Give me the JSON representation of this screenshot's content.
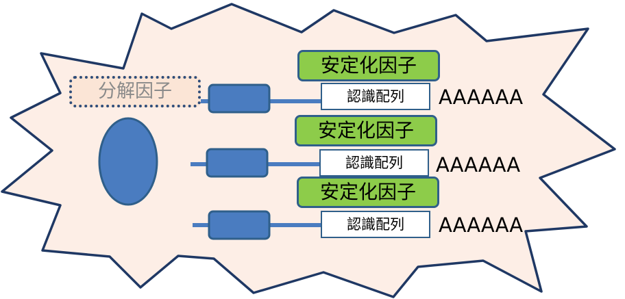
{
  "diagram": {
    "degradation_factor_label": "分解因子",
    "mrnas": [
      {
        "stabilizing_factor_label": "安定化因子",
        "recognition_sequence_label": "認識配列",
        "poly_a_label": "AAAAAA"
      },
      {
        "stabilizing_factor_label": "安定化因子",
        "recognition_sequence_label": "認識配列",
        "poly_a_label": "AAAAAA"
      },
      {
        "stabilizing_factor_label": "安定化因子",
        "recognition_sequence_label": "認識配列",
        "poly_a_label": "AAAAAA"
      }
    ]
  },
  "colors": {
    "cell_fill": "#fdeee6",
    "outline": "#1f3864",
    "shape_blue": "#4a7cc0",
    "stabilizer_green": "#8dcc4a",
    "degrader_fill": "#fbe5d6"
  }
}
